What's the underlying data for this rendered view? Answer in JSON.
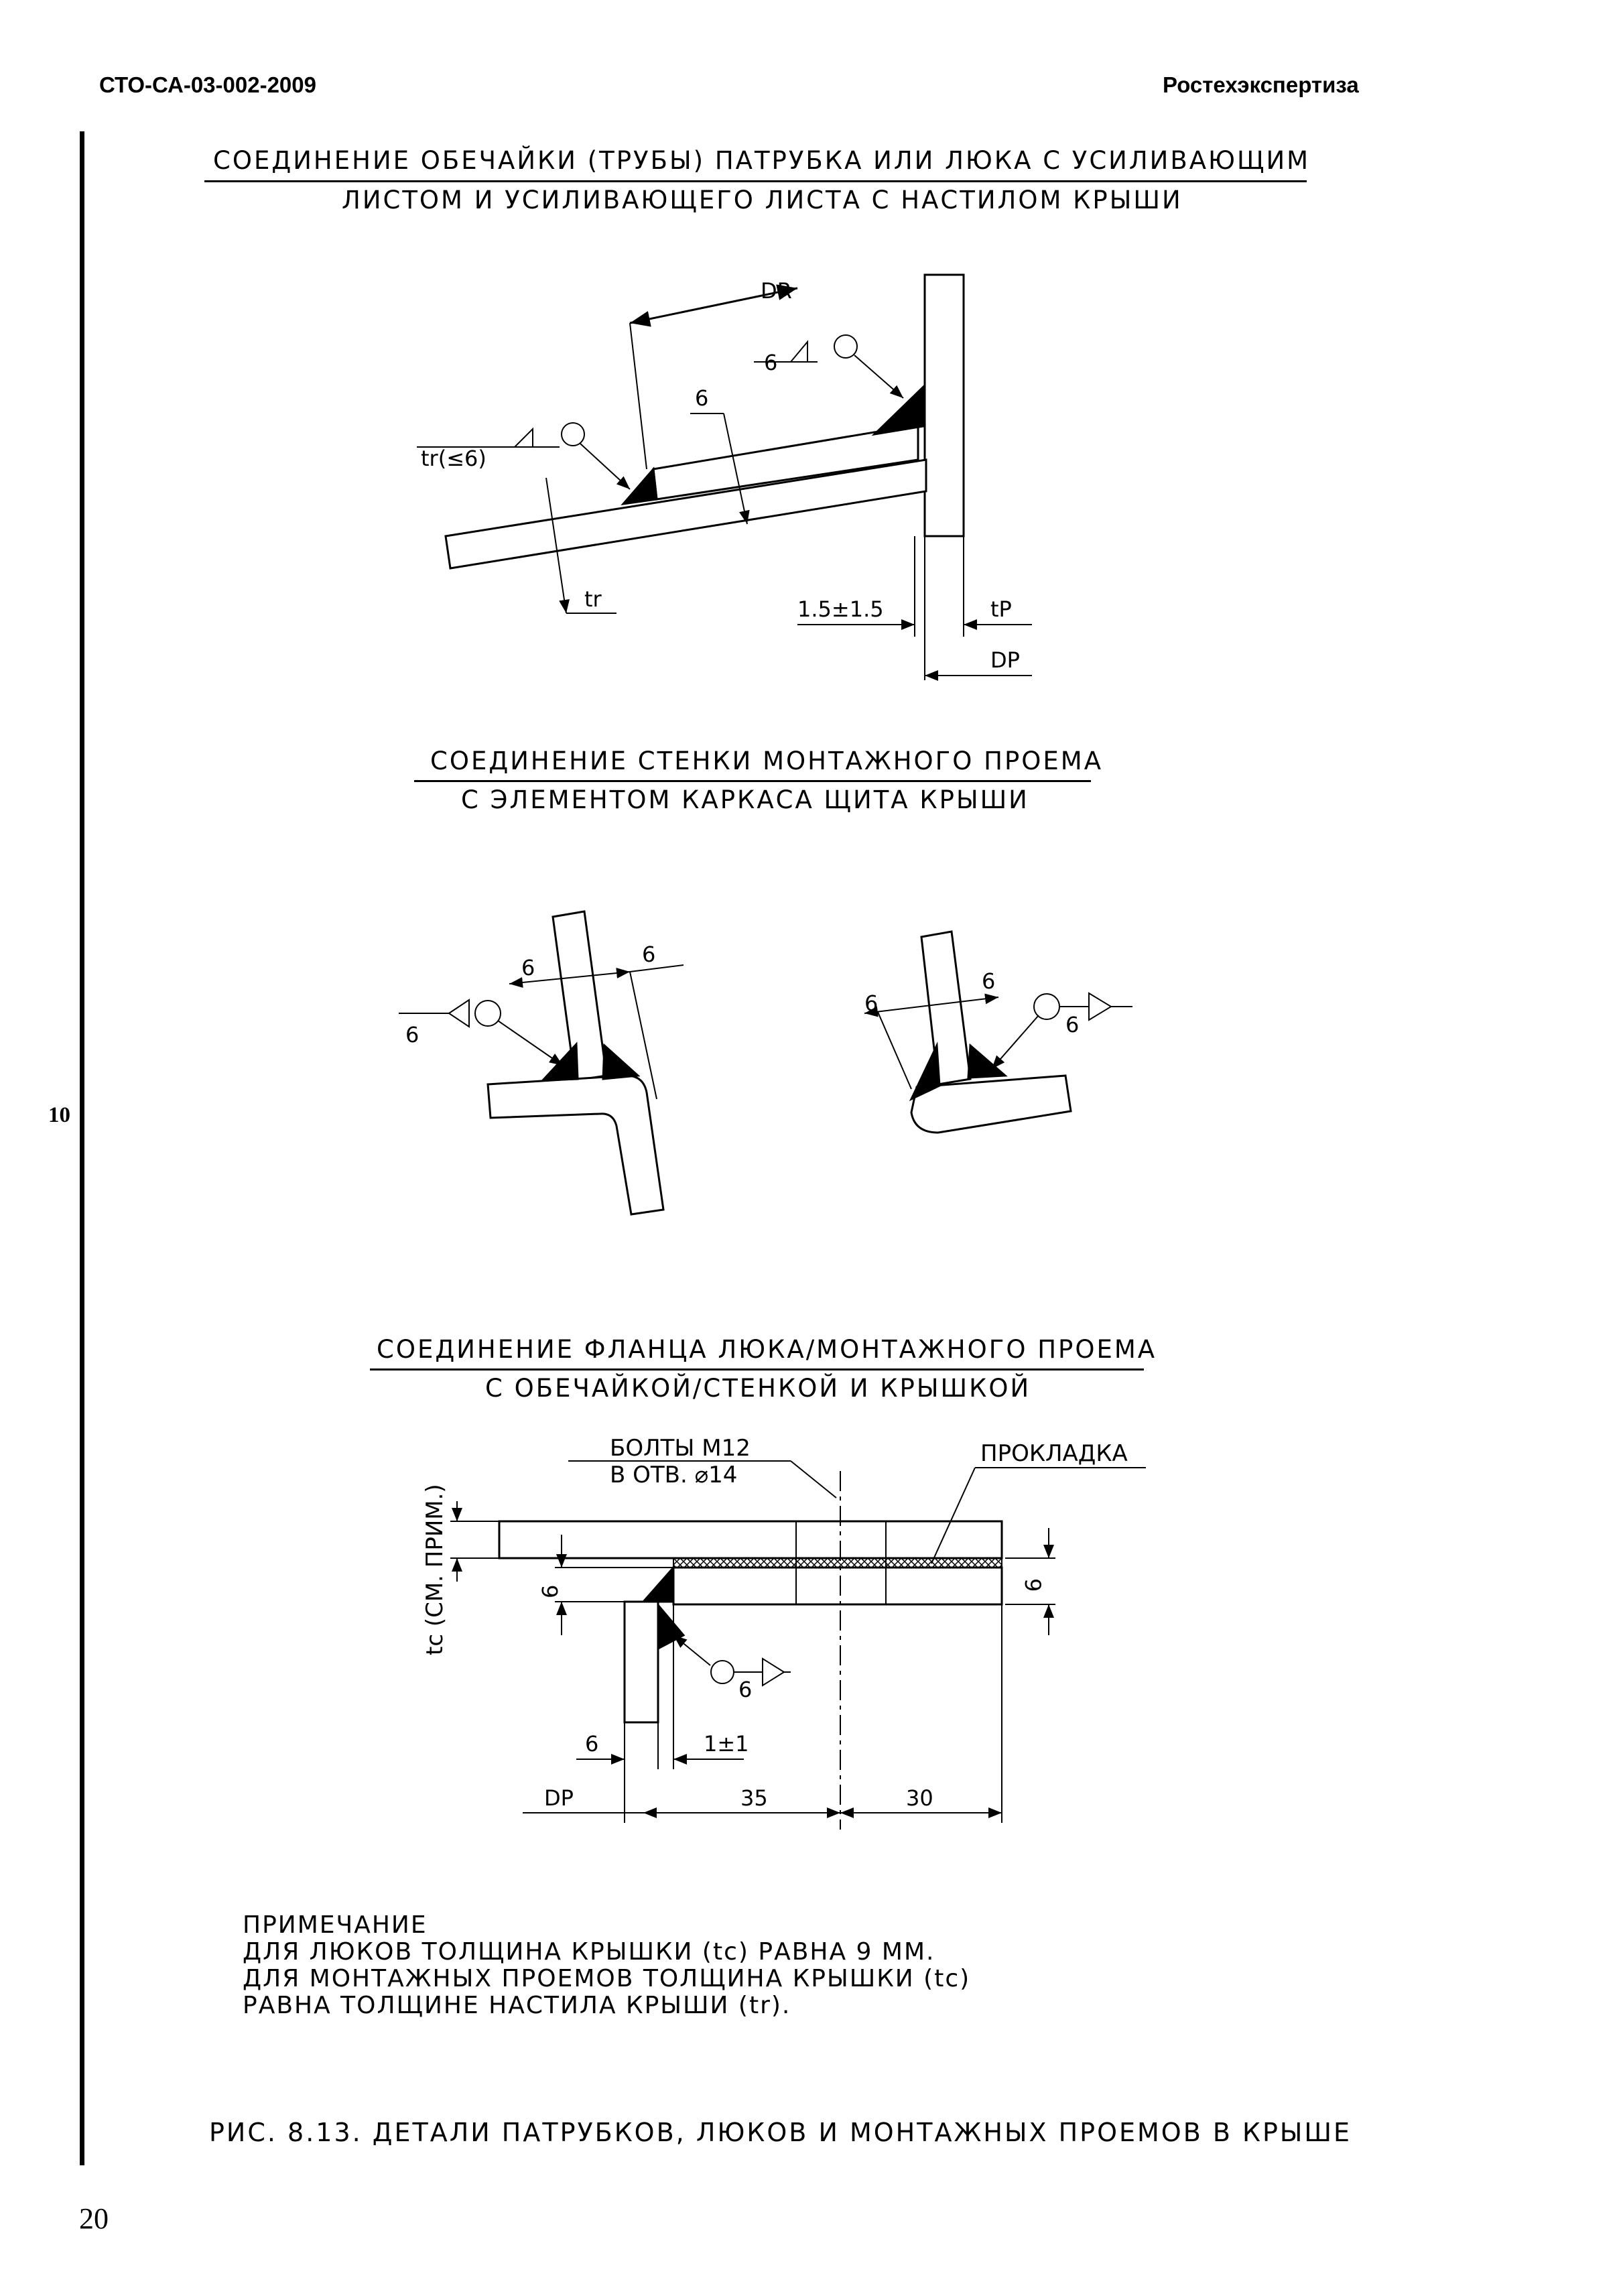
{
  "header": {
    "doc_code": "СТО-СА-03-002-2009",
    "publisher": "Ростехэкспертиза"
  },
  "side_number": "10",
  "page_number": "20",
  "detail1": {
    "title_line1": "СОЕДИНЕНИЕ ОБЕЧАЙКИ (ТРУБЫ) ПАТРУБКА ИЛИ ЛЮКА С УСИЛИВАЮЩИМ",
    "title_line2": "ЛИСТОМ И УСИЛИВАЮЩЕГО ЛИСТА С НАСТИЛОМ КРЫШИ",
    "label_dr": "DR",
    "label_weld6": "6",
    "label_dim6": "6",
    "label_tr_weld": "tr(≤6)",
    "label_tr": "tr",
    "label_gap": "1.5±1.5",
    "label_tp": "tP",
    "label_dp": "DP"
  },
  "detail2": {
    "title_line1": "СОЕДИНЕНИЕ СТЕНКИ МОНТАЖНОГО ПРОЕМА",
    "title_line2": "С ЭЛЕМЕНТОМ КАРКАСА ЩИТА КРЫШИ",
    "left_dim_a": "6",
    "left_dim_b": "6",
    "left_weld": "6",
    "right_dim_a": "6",
    "right_dim_b": "6",
    "right_weld": "6"
  },
  "detail3": {
    "title_line1": "СОЕДИНЕНИЕ ФЛАНЦА ЛЮКА/МОНТАЖНОГО ПРОЕМА",
    "title_line2": "С ОБЕЧАЙКОЙ/СТЕНКОЙ И КРЫШКОЙ",
    "bolts_line1": "БОЛТЫ М12",
    "bolts_line2": "В ОТВ. ⌀14",
    "gasket": "ПРОКЛАДКА",
    "tc_label": "tc (СМ. ПРИМ.)",
    "dim_6_vert": "6",
    "dim_9_vert": "9",
    "weld": "6",
    "dim_6_bottom": "6",
    "dim_gap": "1±1",
    "label_dp": "DP",
    "dim_35": "35",
    "dim_30": "30"
  },
  "note": {
    "heading": "ПРИМЕЧАНИЕ",
    "line1": "ДЛЯ ЛЮКОВ ТОЛЩИНА КРЫШКИ (tc) РАВНА 9 ММ.",
    "line2": "ДЛЯ МОНТАЖНЫХ ПРОЕМОВ ТОЛЩИНА КРЫШКИ (tc)",
    "line3": "РАВНА ТОЛЩИНЕ НАСТИЛА КРЫШИ (tr)."
  },
  "caption": "РИС. 8.13. ДЕТАЛИ ПАТРУБКОВ, ЛЮКОВ И МОНТАЖНЫХ ПРОЕМОВ В КРЫШЕ"
}
